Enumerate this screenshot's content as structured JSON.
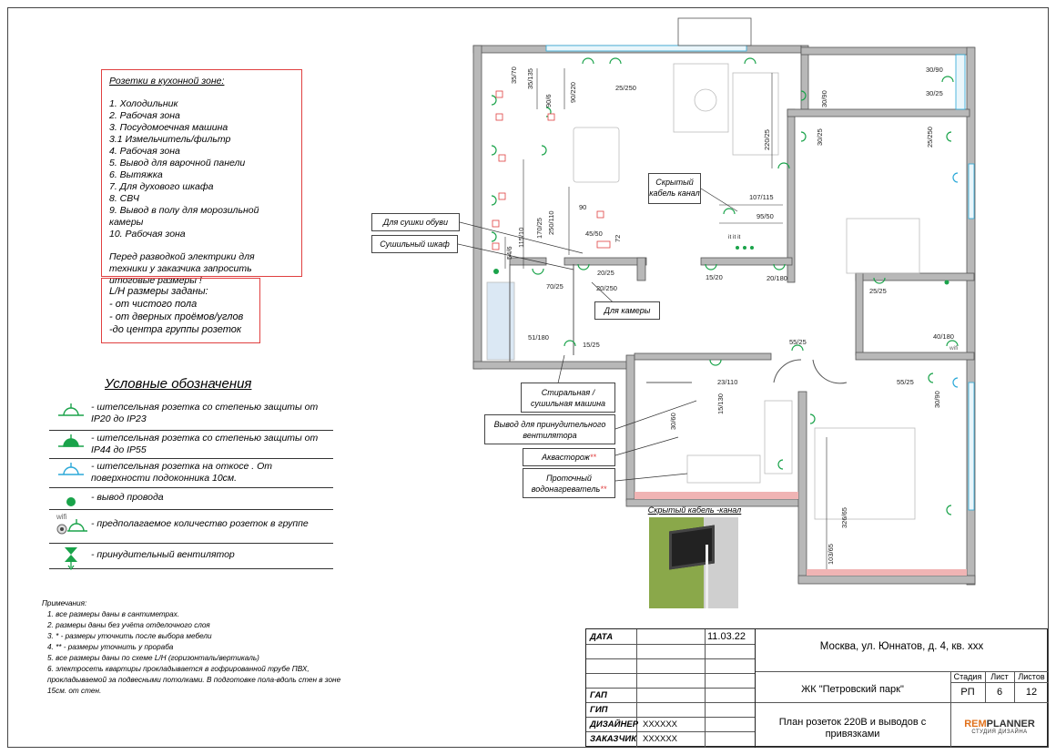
{
  "kitchen_notes": {
    "heading": "Розетки в кухонной зоне:",
    "items": [
      "1. Холодильник",
      "2. Рабочая зона",
      "3. Посудомоечная машина",
      "3.1 Измельчитель/фильтр",
      "4. Рабочая зона",
      "5. Вывод для варочной панели",
      "6. Вытяжка",
      "7. Для духового шкафа",
      "8. СВЧ",
      "9. Вывод в полу для морозильной камеры",
      "10. Рабочая зона"
    ],
    "note": "Перед разводкой электрики для техники у заказчика запросить итоговые размеры !"
  },
  "lh_notes": {
    "lines": [
      "L/H размеры заданы:",
      "- от чистого пола",
      "- от дверных проёмов/углов",
      "-до центра группы розеток"
    ]
  },
  "legend": {
    "title": "Условные обозначения",
    "rows": [
      {
        "icon": "socket-ip20-icon",
        "text": "- штепсельная розетка со степенью защиты от IP20 до IP23"
      },
      {
        "icon": "socket-ip44-icon",
        "text": "- штепсельная розетка со степенью защиты от IP44 до IP55"
      },
      {
        "icon": "socket-slope-icon",
        "text": "- штепсельная розетка на откосе . От поверхности подоконника 10см."
      },
      {
        "icon": "wire-output-icon",
        "text": "- вывод провода"
      },
      {
        "icon": "socket-group-icon",
        "text": "- предполагаемое количество розеток в группе",
        "icon_label": "wifi"
      },
      {
        "icon": "exhaust-fan-icon",
        "text": "- принудительный вентилятор"
      }
    ]
  },
  "notes": {
    "title": "Примечания:",
    "lines": [
      "1. все размеры даны в сантиметрах.",
      "2. размеры даны без учёта отделочного слоя",
      "3. * - размеры уточнить после выбора мебели",
      "4. ** - размеры уточнить у прораба",
      "5. все размеры даны по схеме L/H (горизонталь/вертикаль)",
      "6. электросеть квартиры прокладывается в гофрированной трубе ПВХ, прокладываемой за подвесными потолками. В подготовке пола-вдоль стен в зоне 15см. от стен."
    ]
  },
  "callouts": {
    "shoe_dryer": "Для сушки обуви",
    "drying_cabinet": "Сушильный шкаф",
    "hidden_channel": "Скрытый кабель канал",
    "camera": "Для камеры",
    "washer": "Стиральная / сушильная машина",
    "vent": "Вывод для принудительного вентилятора",
    "aquastop": "Аквасторож",
    "heater": "Проточный водонагреватель",
    "stars": "**",
    "photo_caption": "Скрытый кабель -канал"
  },
  "dims": {
    "d1": "35/70",
    "d2": "35/135",
    "d3": "90/220",
    "d4": "90/6",
    "d5": "25/250",
    "d6": "30/90",
    "d7": "30/25",
    "d8": "30/90",
    "d9": "30/25",
    "d10": "220/25",
    "d11": "25/250",
    "d12": "107/115",
    "d13": "95/50",
    "d14": "250/110",
    "d15": "170/25",
    "d16": "115/10",
    "d17": "54/6",
    "d18": "90",
    "d19": "45/50",
    "d20": "72",
    "d21": "20/25",
    "d22": "70/25",
    "d23": "20/250",
    "d24": "15/20",
    "d25": "20/180",
    "d26": "25/25",
    "d27": "51/180",
    "d28": "15/25",
    "d29": "55/25",
    "d30": "40/180",
    "d31": "55/25",
    "d32": "30/90",
    "d33": "23/110",
    "d34": "15/130",
    "d35": "30/60",
    "d36": "326/65",
    "d37": "103/65",
    "socket_count": "it it it",
    "wifi": "wifi"
  },
  "title_block": {
    "date_label": "ДАТА",
    "date_value": "11.03.22",
    "address": "Москва, ул. Юннатов, д. 4, кв. xxx",
    "gap_label": "ГАП",
    "gip_label": "ГИП",
    "designer_label": "ДИЗАЙНЕР",
    "designer_value": "XXXXXX",
    "customer_label": "ЗАКАЗЧИК",
    "customer_value": "XXXXXX",
    "project": "ЖК \"Петровский парк\"",
    "stage_label": "Стадия",
    "sheet_label": "Лист",
    "sheets_label": "Листов",
    "stage": "РП",
    "sheet": "6",
    "sheets": "12",
    "plan_title": "План розеток 220В и выводов с привязками",
    "brand_a": "REM",
    "brand_b": "PLANNER",
    "brand_sub": "СТУДИЯ ДИЗАЙНА"
  }
}
